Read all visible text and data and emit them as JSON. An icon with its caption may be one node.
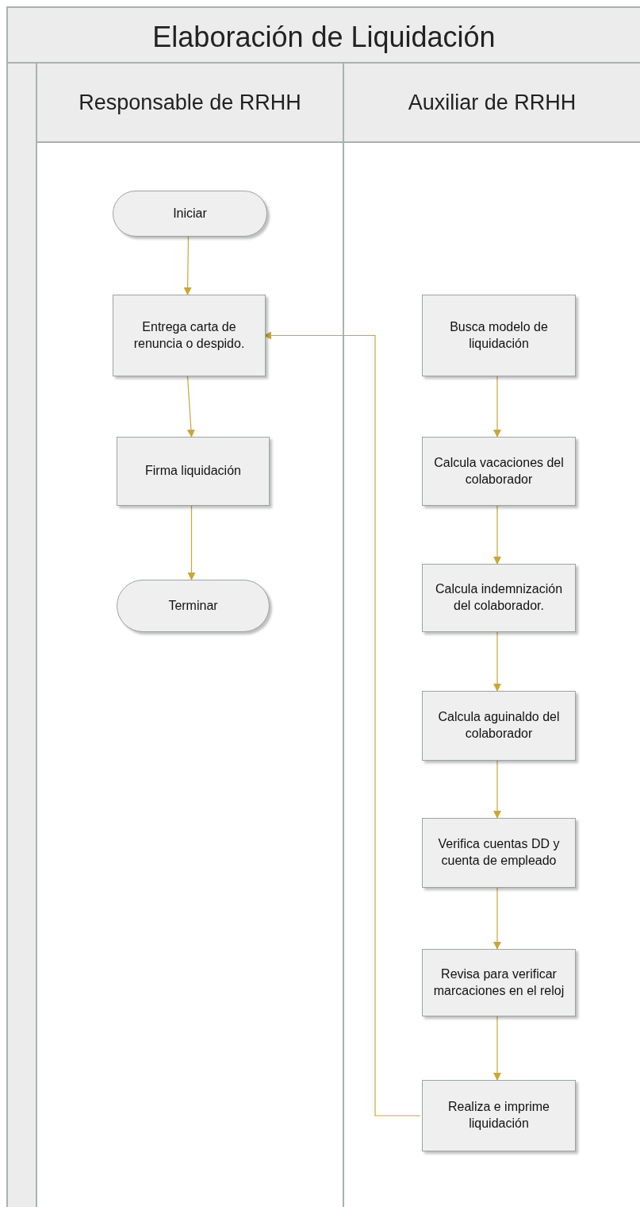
{
  "diagram": {
    "title": "Elaboración de Liquidación",
    "nodes": [
      {
        "text": [
          "Responsable de RRHH"
        ]
      },
      {
        "text": [
          "Iniciar"
        ],
        "in": 0
      },
      {
        "text": [
          "Entrega carta de renuncia o despido."
        ],
        "in": 0
      },
      {
        "text": [
          "Firma liquidación"
        ],
        "in": 0
      },
      {
        "text": [
          "Terminar"
        ],
        "in": 0
      },
      {
        "text": [
          "Auxiliar de RRHH"
        ]
      },
      {
        "text": [
          "Busca modelo de liquidación"
        ],
        "in": 5
      },
      {
        "text": [
          "Calcula vacaciones del colaborador"
        ],
        "in": 5
      },
      {
        "text": [
          "Calcula indemnización del colaborador."
        ],
        "in": 5
      },
      {
        "text": [
          "Calcula aguinaldo del colaborador"
        ],
        "in": 5
      },
      {
        "text": [
          "Verifica cuentas DD y cuenta de empleado"
        ],
        "in": 5
      },
      {
        "text": [
          "Revisa para verificar marcaciones en el reloj"
        ],
        "in": 5
      },
      {
        "text": [
          "Realiza e imprime liquidación"
        ],
        "in": 5
      }
    ],
    "edges": [
      {
        "from": 1,
        "to": 2,
        "arrow": "to"
      },
      {
        "from": 2,
        "to": 3,
        "arrow": "to"
      },
      {
        "from": 3,
        "to": 4,
        "arrow": "to"
      },
      {
        "from": 6,
        "to": 7,
        "arrow": "to"
      },
      {
        "from": 7,
        "to": 8,
        "arrow": "to"
      },
      {
        "from": 8,
        "to": 9,
        "arrow": "to"
      },
      {
        "from": 9,
        "to": 10,
        "arrow": "to"
      },
      {
        "from": 10,
        "to": 11,
        "arrow": "to"
      },
      {
        "from": 11,
        "to": 12,
        "arrow": "to"
      },
      {
        "from": 12,
        "to": 2,
        "arrow": "to"
      }
    ]
  }
}
